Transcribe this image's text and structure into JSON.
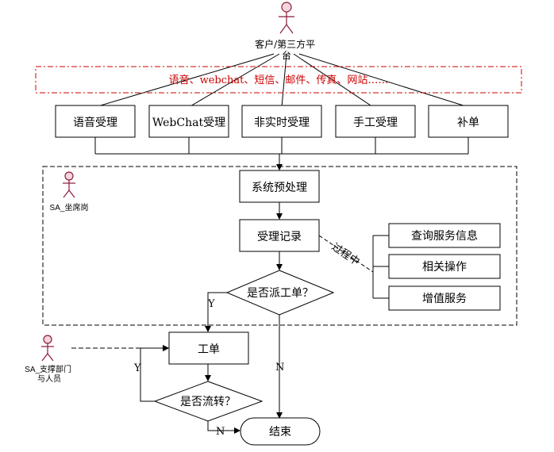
{
  "actors": {
    "customer": "客户/第三方平台",
    "agent": "SA_坐席岗",
    "support": "SA_支撑部门与人员"
  },
  "channels": "语音、webchat、短信、邮件、传真、网站……",
  "intake": [
    "语音受理",
    "WebChat受理",
    "非实时受理",
    "手工受理",
    "补单"
  ],
  "steps": {
    "preprocess": "系统预处理",
    "record": "受理记录",
    "decision_dispatch": "是否派工单？",
    "work_order": "工单",
    "decision_transfer": "是否流转？",
    "end": "结束"
  },
  "process_label": "过程中",
  "side_actions": [
    "查询服务信息",
    "相关操作",
    "增值服务"
  ],
  "edge_labels": {
    "yes": "Y",
    "no": "N"
  },
  "colors": {
    "accent": "#cc0000",
    "actor": "#8b1a3a",
    "line": "#000000"
  }
}
